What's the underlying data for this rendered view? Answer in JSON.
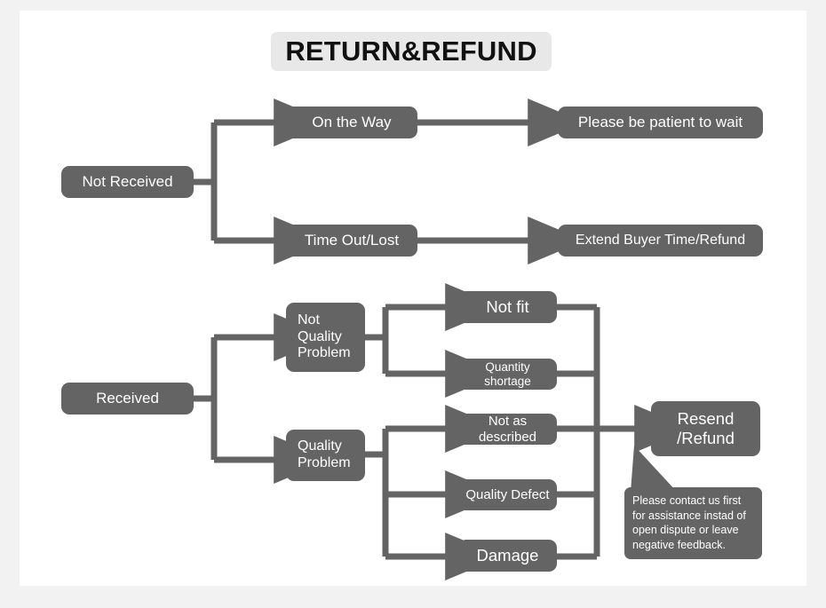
{
  "page": {
    "title": "RETURN&REFUND",
    "background_color": "#f2f2f3",
    "card_color": "#ffffff",
    "node_color": "#646464",
    "node_text_color": "#ffffff",
    "title_chip_color": "#e8e8e8",
    "connector_color": "#646464"
  },
  "branches": {
    "not_received": {
      "root_label": "Not Received",
      "outcomes": [
        {
          "cause_label": "On the Way",
          "action_label": "Please be patient to wait"
        },
        {
          "cause_label": "Time Out/Lost",
          "action_label": "Extend Buyer Time/Refund"
        }
      ]
    },
    "received": {
      "root_label": "Received",
      "categories": [
        {
          "label": "Not\nQuality\nProblem",
          "reasons": [
            {
              "label": "Not fit"
            },
            {
              "label": "Quantity shortage"
            }
          ]
        },
        {
          "label": "Quality\nProblem",
          "reasons": [
            {
              "label": "Not as described"
            },
            {
              "label": "Quality Defect"
            },
            {
              "label": "Damage"
            }
          ]
        }
      ],
      "resolution_label": "Resend\n/Refund"
    }
  },
  "note": {
    "lines": [
      "Please contact us first",
      "for assistance instad of",
      "open dispute or leave",
      "negative feedback."
    ]
  }
}
